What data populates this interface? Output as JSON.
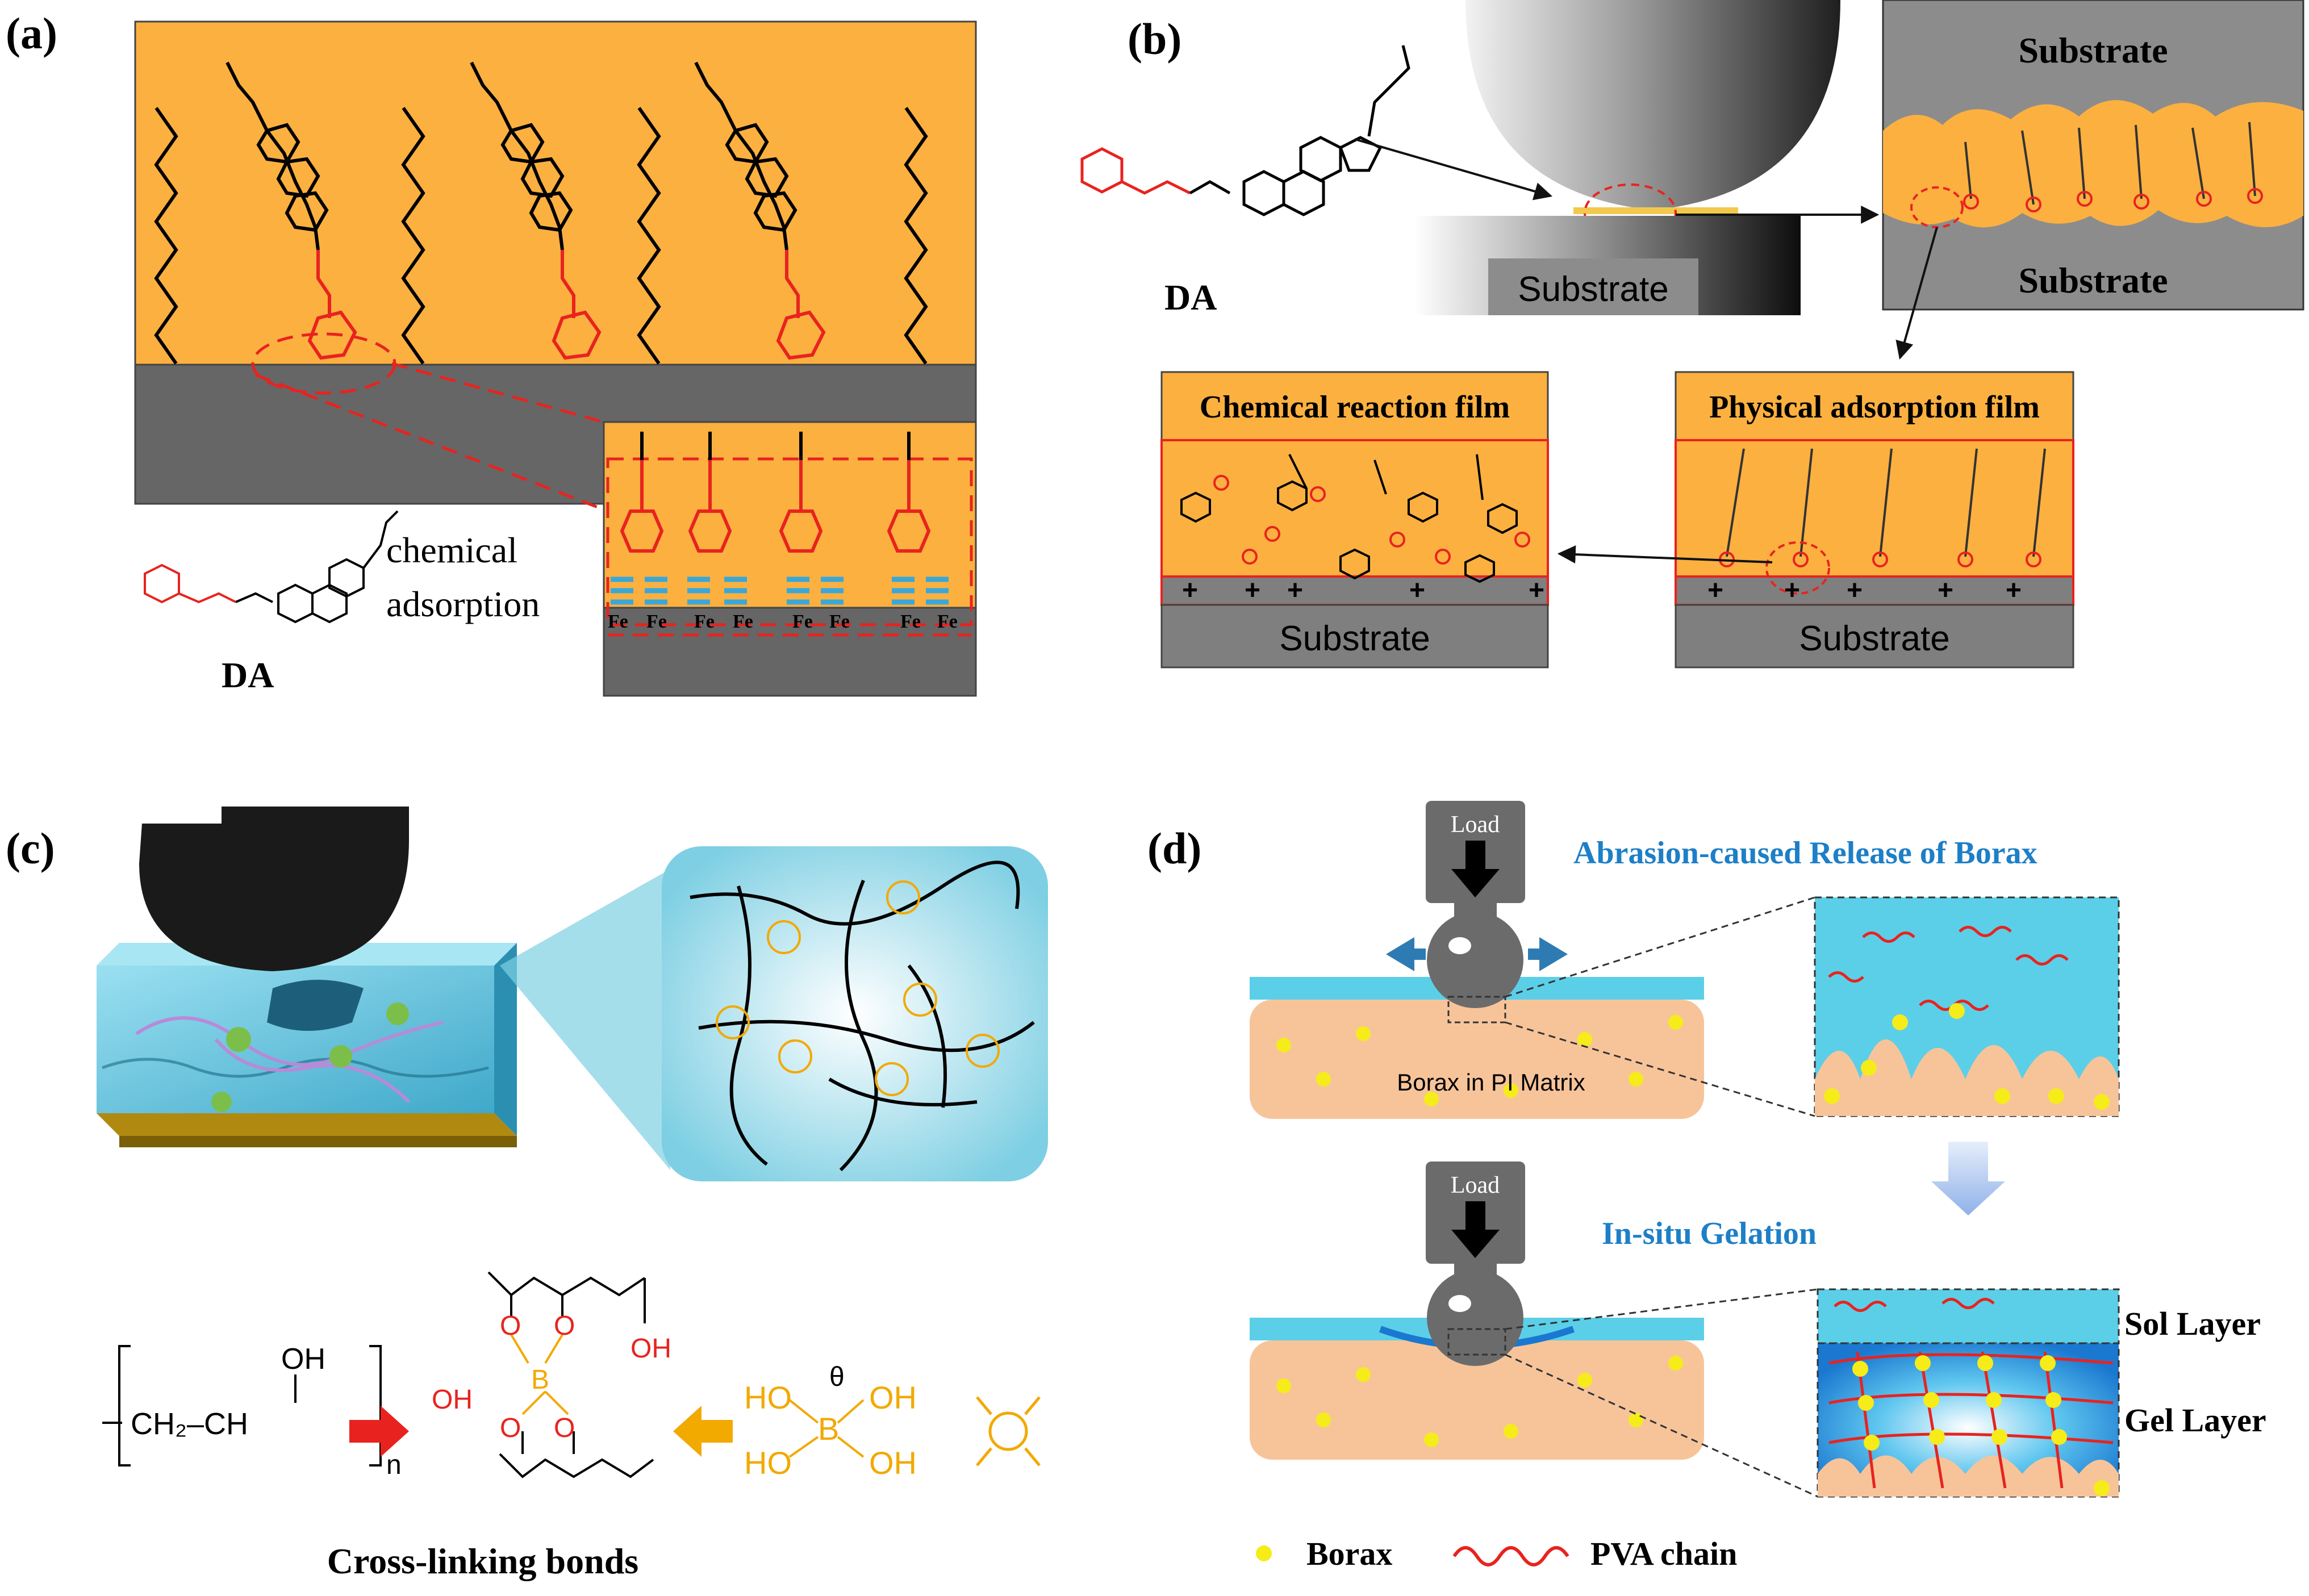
{
  "panels": {
    "a": {
      "label": "(a)",
      "molecule_label": "DA",
      "annotation_line1": "chemical",
      "annotation_line2": "adsorption",
      "atom_labels": [
        "Fe",
        "Fe",
        "Fe",
        "Fe",
        "Fe",
        "Fe",
        "Fe",
        "Fe"
      ]
    },
    "b": {
      "label": "(b)",
      "molecule_label": "DA",
      "substrate_ball": "Substrate",
      "substrate_top": "Substrate",
      "substrate_bottom": "Substrate",
      "chemical_film_title": "Chemical reaction film",
      "physical_film_title": "Physical adsorption film",
      "substrate_chem": "Substrate",
      "substrate_phys": "Substrate",
      "plus": "+"
    },
    "c": {
      "label": "(c)",
      "pva_oh": "OH",
      "pva_backbone": "CH₂–CH",
      "pva_n": "n",
      "borate_b": "B",
      "borate_o": "O",
      "borate_ho": "HO",
      "borate_oh": "OH",
      "borate_charge": "θ",
      "caption": "Cross-linking bonds"
    },
    "d": {
      "label": "(d)",
      "load_top": "Load",
      "load_bottom": "Load",
      "release_title": "Abrasion-caused Release of Borax",
      "matrix_label": "Borax in PI Matrix",
      "gelation_title": "In-situ Gelation",
      "sol_layer": "Sol Layer",
      "gel_layer": "Gel Layer",
      "legend_borax": "Borax",
      "legend_pva": "PVA chain"
    }
  },
  "colors": {
    "orange": "#fbb040",
    "dark_gray": "#666666",
    "red": "#e8231f",
    "blue_title": "#1d7fc7",
    "cyan": "#5ccfe8",
    "peach": "#f7c49a",
    "borax_yellow": "#f5ec1a",
    "gold": "#b08a10"
  }
}
